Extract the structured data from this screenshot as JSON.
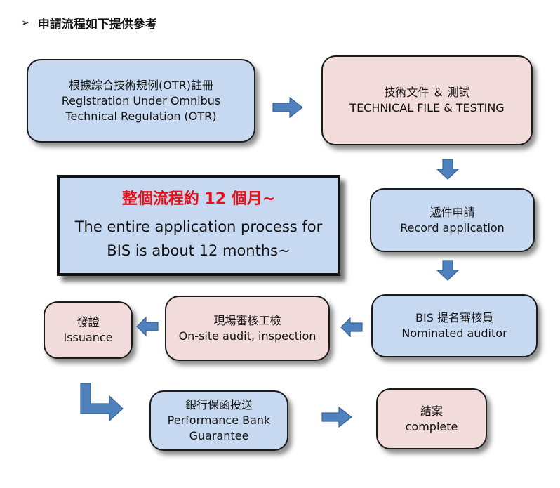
{
  "heading": {
    "bullet": "➢",
    "title": "申請流程如下提供參考"
  },
  "steps": {
    "otr": {
      "line1": "根據綜合技術規例(OTR)註冊",
      "line2": "Registration Under Omnibus",
      "line3": "Technical Regulation (OTR)"
    },
    "technical": {
      "line1": "技術文件 ＆ 測試",
      "line2": "TECHNICAL FILE & TESTING"
    },
    "record": {
      "line1": "遞件申請",
      "line2": "Record application"
    },
    "auditor": {
      "line1": "BIS 提名審核員",
      "line2": "Nominated auditor"
    },
    "onsite": {
      "line1": "現場審核工檢",
      "line2": "On-site audit, inspection"
    },
    "issuance": {
      "line1": "發證",
      "line2": "Issuance"
    },
    "bank": {
      "line1": "銀行保函投送",
      "line2": "Performance Bank",
      "line3": "Guarantee"
    },
    "complete": {
      "line1": "結案",
      "line2": "complete"
    }
  },
  "callout": {
    "line1": "整個流程約 12 個月~",
    "line2": "The entire application process for",
    "line3": "BIS is about 12 months~"
  },
  "colors": {
    "blue_box": "#c6d9f1",
    "pink_box": "#f2dcdb",
    "arrow": "#4f81bd",
    "highlight": "#e8101a"
  }
}
